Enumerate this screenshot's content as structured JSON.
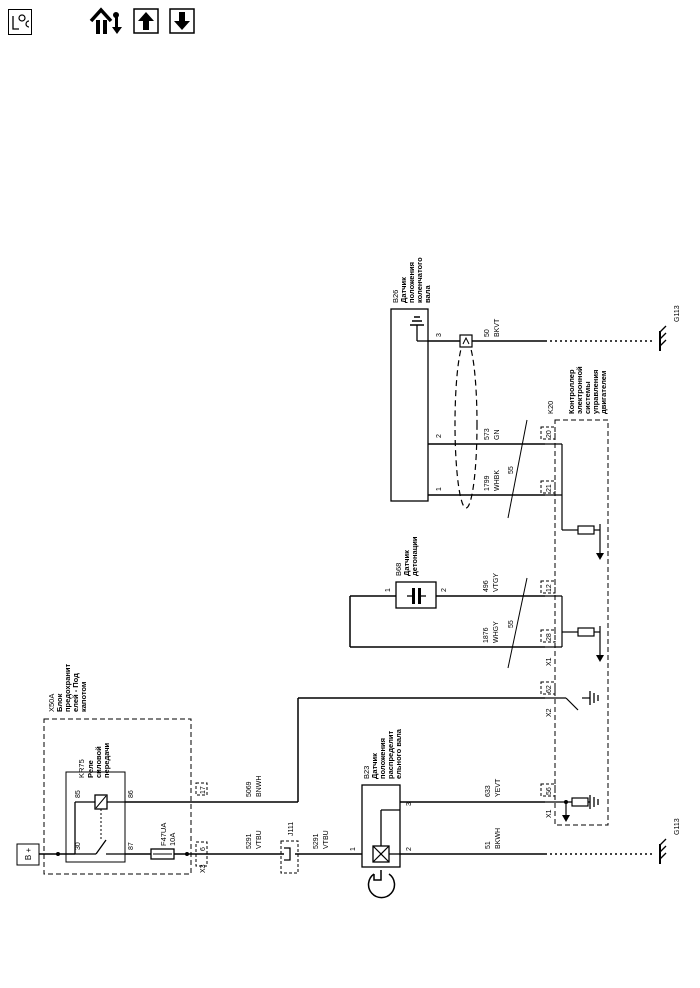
{
  "toolbar": {
    "loc_icon": "location-icon",
    "home_icon": "system-home-icon",
    "up_icon": "arrow-up-icon",
    "down_icon": "arrow-down-icon"
  },
  "battery": {
    "label": "B +"
  },
  "fuse_block": {
    "ref": "X50A",
    "name_lines": [
      "Блок",
      "предохранит",
      "елей - Под",
      "капотом"
    ],
    "connector": "X3",
    "pin_out": "6",
    "pin_86": "17"
  },
  "relay": {
    "ref": "KR75",
    "name_lines": [
      "Реле",
      "силовой",
      "передачи"
    ],
    "pin_85": "85",
    "pin_86": "86",
    "pin_30": "30",
    "pin_87": "87"
  },
  "fuse": {
    "ref": "F47UA",
    "rating": "10A"
  },
  "splice": {
    "ref": "J111"
  },
  "wires": {
    "w5291a": {
      "circuit": "5291",
      "color": "VTBU"
    },
    "w5291b": {
      "circuit": "5291",
      "color": "VTBU"
    },
    "w5069": {
      "circuit": "5069",
      "color": "BNWH"
    },
    "w51": {
      "circuit": "51",
      "color": "BKWH"
    },
    "w633": {
      "circuit": "633",
      "color": "YEVT"
    },
    "w1876": {
      "circuit": "1876",
      "color": "WHGY",
      "twist": "55"
    },
    "w496": {
      "circuit": "496",
      "color": "VTGY"
    },
    "w1799": {
      "circuit": "1799",
      "color": "WHBK",
      "twist": "55"
    },
    "w573": {
      "circuit": "573",
      "color": "GN"
    },
    "w50": {
      "circuit": "50",
      "color": "BKVT"
    }
  },
  "cam_sensor": {
    "ref": "B23",
    "name_lines": [
      "Датчик",
      "положения",
      "распределит",
      "ельного вала"
    ],
    "pin1": "1",
    "pin2": "2",
    "pin3": "3"
  },
  "knock_sensor": {
    "ref": "B68",
    "name_lines": [
      "Датчик",
      "детонации"
    ],
    "pin1": "1",
    "pin2": "2"
  },
  "crank_sensor": {
    "ref": "B26",
    "name_lines": [
      "Датчик",
      "положения",
      "коленчатого",
      "вала"
    ],
    "pin1": "1",
    "pin2": "2",
    "pin3": "3"
  },
  "ecm": {
    "ref": "K20",
    "name_lines": [
      "Контроллер",
      "электронной",
      "системы",
      "управления",
      "двигателем"
    ],
    "conn_x1_lower": "X1",
    "conn_x2": "X2",
    "conn_x1_upper": "X1",
    "pins": {
      "p56": "56",
      "p62": "62",
      "p28": "28",
      "p12": "12",
      "p21": "21",
      "p20": "20"
    }
  },
  "grounds": {
    "lower": "G113",
    "upper": "G113"
  }
}
